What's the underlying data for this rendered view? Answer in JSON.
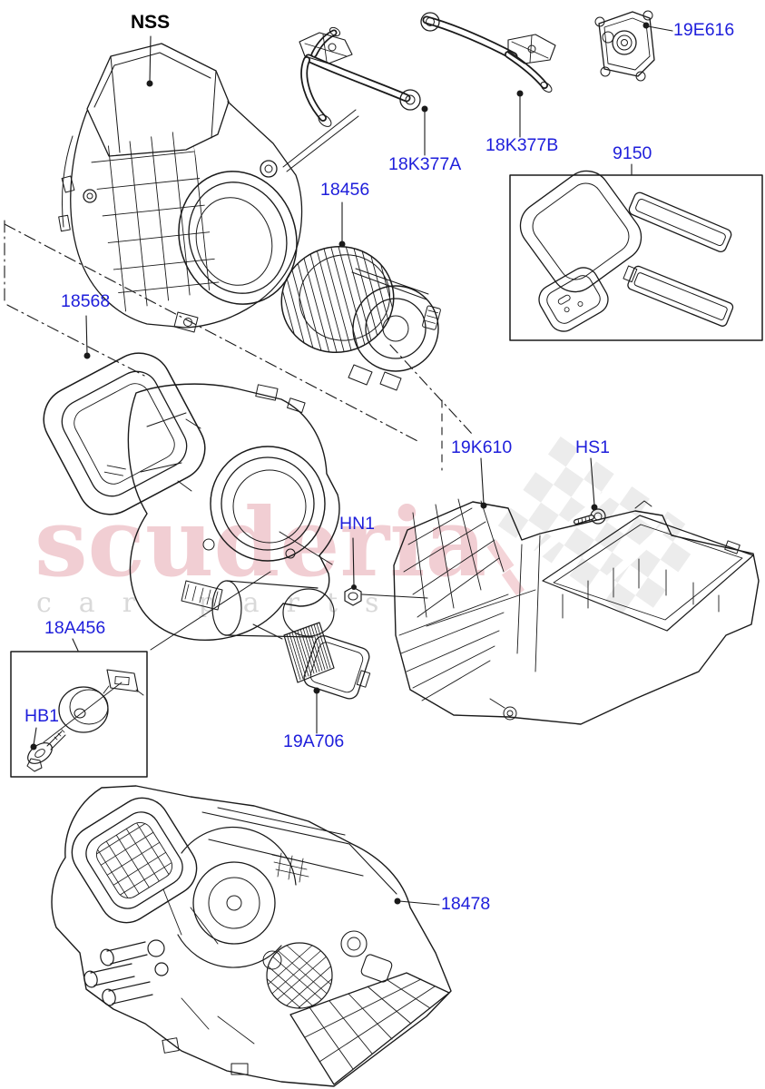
{
  "page": {
    "type": "exploded-parts-diagram",
    "background": "#ffffff"
  },
  "watermark": {
    "brand": "scuderia",
    "tagline": "car parts"
  },
  "colors": {
    "label_link_blue": "#1e1edb",
    "label_plain_black": "#000000",
    "line_art": "#1a1a1a",
    "watermark_pink": "#f1ced3",
    "watermark_gray": "#d9d9d9",
    "flag_gray": "#ececec",
    "flag_pink": "#f4d4d8"
  },
  "labels": [
    {
      "id": "nss",
      "text": "NSS"
    },
    {
      "id": "18k377a",
      "text": "18K377A"
    },
    {
      "id": "18k377b",
      "text": "18K377B"
    },
    {
      "id": "19e616",
      "text": "19E616"
    },
    {
      "id": "9150",
      "text": "9150"
    },
    {
      "id": "18456",
      "text": "18456"
    },
    {
      "id": "18568",
      "text": "18568"
    },
    {
      "id": "19k610",
      "text": "19K610"
    },
    {
      "id": "hs1",
      "text": "HS1"
    },
    {
      "id": "hn1",
      "text": "HN1"
    },
    {
      "id": "18a456",
      "text": "18A456"
    },
    {
      "id": "hb1",
      "text": "HB1"
    },
    {
      "id": "19a706",
      "text": "19A706"
    },
    {
      "id": "18478",
      "text": "18478"
    }
  ]
}
